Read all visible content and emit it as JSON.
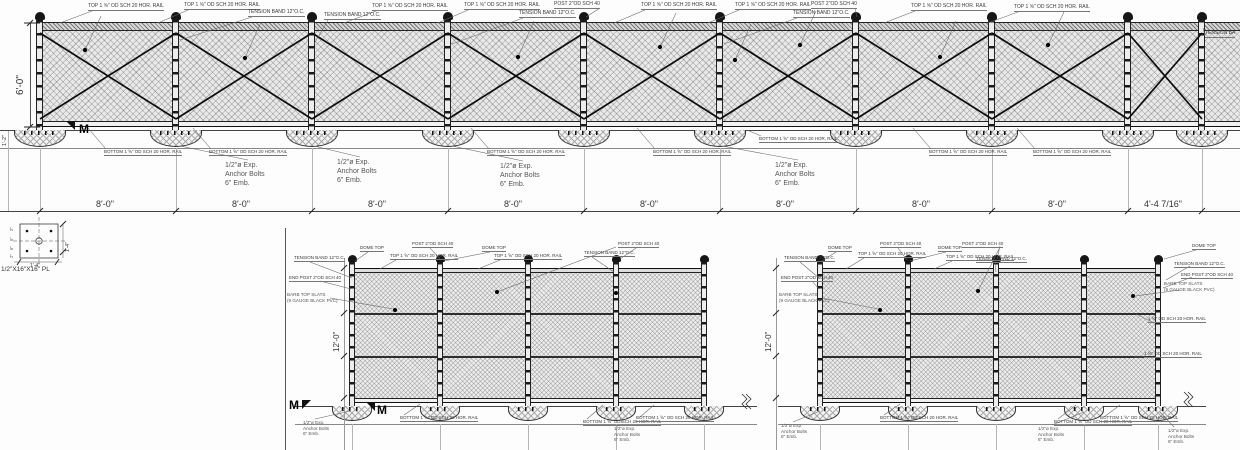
{
  "labels": {
    "top_rail": "TOP 1 ⅝\" OD SCH 20 HOR. RAIL",
    "bottom_rail": "BOTTOM 1 ⅝\" OD SCH 20 HOR. RAIL",
    "mid_rail": "1 ⅝\" OD SCH 20 HOR. RAIL",
    "tension_band": "TENSION BAND 12\"O.C.",
    "tension_band_cut": "TENSION BA",
    "post": "POST 2\"OD SCH 40",
    "end_post": "END POST 2\"OD SCH 40",
    "dome_top": "DOME TOP",
    "fabric_note_1": "BARB TOP SLATS",
    "fabric_note_2": "(9 GAUGE BLACK PVC)",
    "anchor_1": "1/2\"ø Exp.",
    "anchor_2": "Anchor Bolts",
    "anchor_3": "6\" Emb.",
    "section_marker": "M"
  },
  "dimensions": {
    "bay": "8'-0\"",
    "last_bay": "4'-4 7/16\"",
    "fence_height": "6'-0\"",
    "tall_fence_height": "12'-0\"",
    "footing_depth": "1'-2\"",
    "plate_caption": "1/2\"X16\"X16\" PL",
    "plate_width": "1'-4\"",
    "plate_height": "1'-4\"",
    "tick_2": "2\"",
    "tick_6": "6\""
  }
}
